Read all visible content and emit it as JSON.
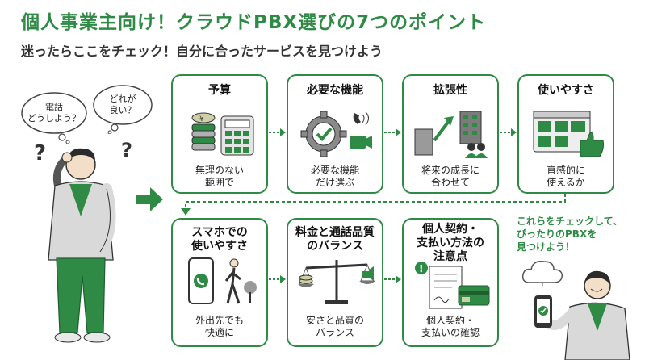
{
  "title": "個人事業主向け！クラウドPBX選びの7つのポイント",
  "subtitle": "迷ったらここをチェック！自分に合ったサービスを見つけよう",
  "bubbles": {
    "phone": "電話\nどうしよう？",
    "which": "どれが\n良い？"
  },
  "points": [
    {
      "title": "予算",
      "desc": "無理のない\n範囲で",
      "icon": "coins-calculator-icon"
    },
    {
      "title": "必要な機能",
      "desc": "必要な機能\nだけ選ぶ",
      "icon": "gear-check-icon"
    },
    {
      "title": "拡張性",
      "desc": "将来の成長に\n合わせて",
      "icon": "growth-building-icon"
    },
    {
      "title": "使いやすさ",
      "desc": "直感的に\n使えるか",
      "icon": "dashboard-thumbsup-icon"
    },
    {
      "title": "スマホでの\n使いやすさ",
      "desc": "外出先でも\n快適に",
      "icon": "smartphone-walking-icon"
    },
    {
      "title": "料金と通話品質\nのバランス",
      "desc": "安さと品質の\nバランス",
      "icon": "balance-scale-icon"
    },
    {
      "title": "個人契約・\n支払い方法の\n注意点",
      "desc": "個人契約・\n支払いの確認",
      "icon": "contract-card-icon"
    }
  ],
  "cta": "これらをチェックして、\nぴったりのPBXを\n見つけよう！",
  "colors": {
    "accent": "#2f8a46",
    "text": "#222222"
  }
}
